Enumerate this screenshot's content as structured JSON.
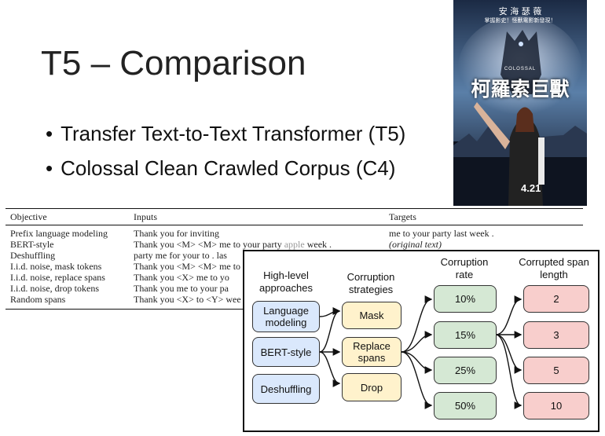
{
  "slide": {
    "title": "T5 – Comparison",
    "bullets": [
      "Transfer Text-to-Text Transformer (T5)",
      "Colossal Clean Crawled Corpus (C4)"
    ]
  },
  "poster": {
    "top_text": "安 海 瑟 薇",
    "sub_text": "掌握影史！怪獸電影新發現！",
    "brand": "COLOSSAL",
    "title": "柯羅索巨獸",
    "date": "4.21",
    "side_left": "",
    "side_right": ""
  },
  "table": {
    "headers": [
      "Objective",
      "Inputs",
      "Targets"
    ],
    "rows": [
      {
        "objective": "Prefix language modeling",
        "inputs": "Thank you for inviting",
        "targets": "me to your party last week ."
      },
      {
        "objective": "BERT-style",
        "inputs": "Thank you <M> <M> me to your party",
        "inputs_faint": "apple",
        "inputs_tail": "week .",
        "targets": "(original text)"
      },
      {
        "objective": "Deshuffling",
        "inputs": "party me for your to . las",
        "targets": ""
      },
      {
        "objective": "I.i.d. noise, mask tokens",
        "inputs": "Thank you <M> <M> me to",
        "targets": ""
      },
      {
        "objective": "I.i.d. noise, replace spans",
        "inputs": "Thank you <X> me to yo",
        "targets": ""
      },
      {
        "objective": "I.i.d. noise, drop tokens",
        "inputs": "Thank you me to your pa",
        "targets": ""
      },
      {
        "objective": "Random spans",
        "inputs": "Thank you <X> to <Y> wee",
        "targets": ""
      }
    ]
  },
  "diagram": {
    "headers": {
      "approaches": "High-level approaches",
      "strategies": "Corruption strategies",
      "rate": "Corruption rate",
      "span": "Corrupted span length"
    },
    "approaches": [
      "Language modeling",
      "BERT-style",
      "Deshuffling"
    ],
    "strategies": [
      "Mask",
      "Replace spans",
      "Drop"
    ],
    "rates": [
      "10%",
      "15%",
      "25%",
      "50%"
    ],
    "spans": [
      "2",
      "3",
      "5",
      "10"
    ],
    "colors": {
      "approach": "#dae8fc",
      "strategy": "#fff2cc",
      "rate": "#d5e8d4",
      "span": "#f8cecc"
    }
  }
}
